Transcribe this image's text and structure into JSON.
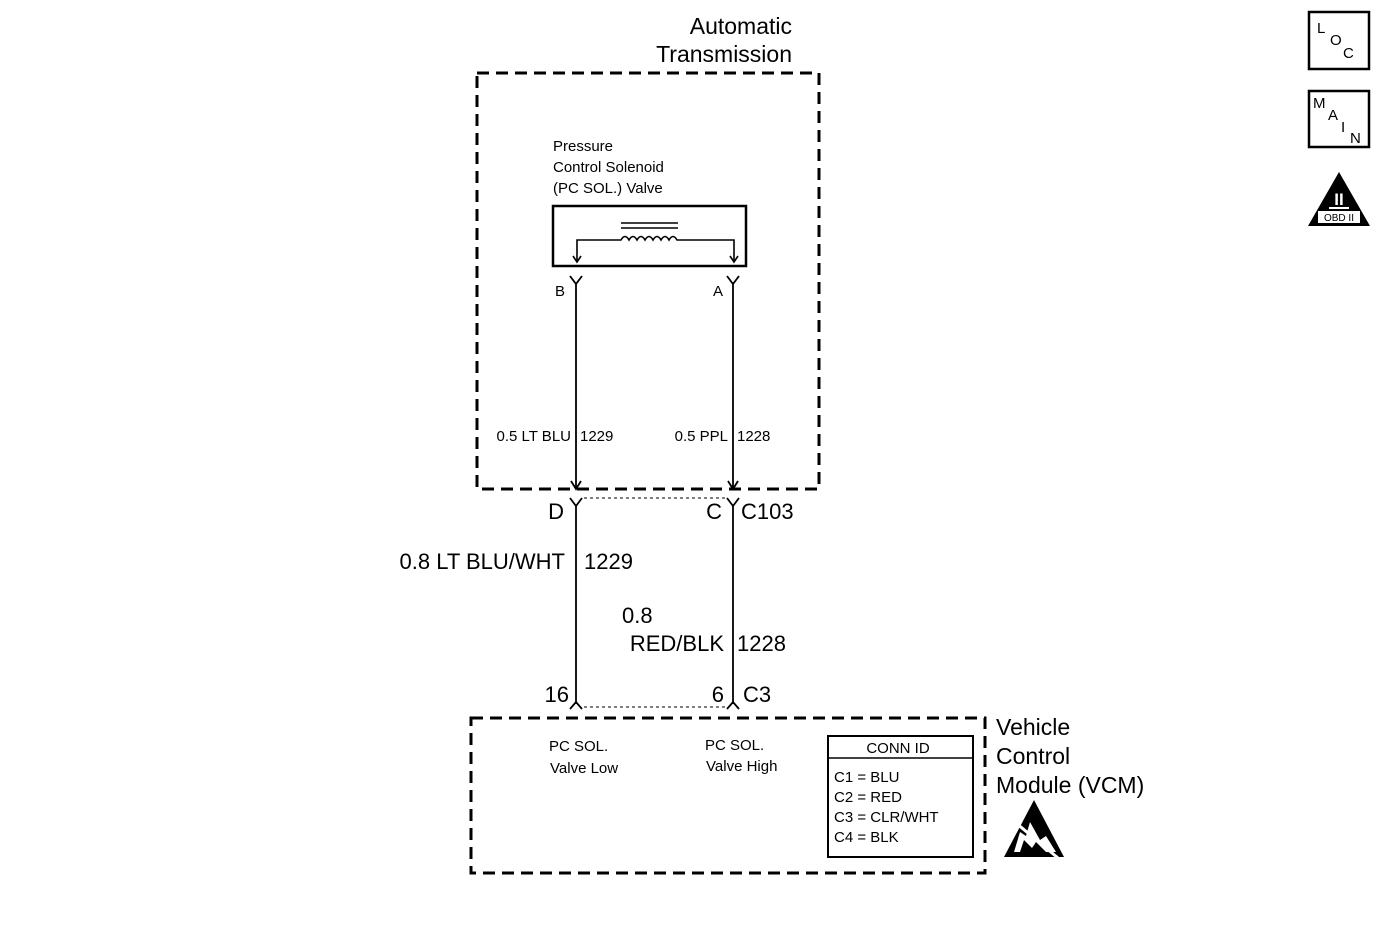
{
  "transmission": {
    "title_line1": "Automatic",
    "title_line2": "Transmission"
  },
  "solenoid": {
    "line1": "Pressure",
    "line2": "Control Solenoid",
    "line3": "(PC SOL.) Valve",
    "pin_b": "B",
    "pin_a": "A"
  },
  "wires_upper": {
    "left": {
      "label": "0.5 LT BLU",
      "circuit": "1229"
    },
    "right": {
      "label": "0.5 PPL",
      "circuit": "1228"
    }
  },
  "connector_c103": {
    "pin_left": "D",
    "pin_right": "C",
    "name": "C103"
  },
  "wires_lower": {
    "left": {
      "label": "0.8 LT BLU/WHT",
      "circuit": "1229"
    },
    "right": {
      "label_line1": "0.8",
      "label_line2": "RED/BLK",
      "circuit": "1228"
    }
  },
  "connector_c3": {
    "pin_left": "16",
    "pin_right": "6",
    "name": "C3"
  },
  "vcm": {
    "title_line1": "Vehicle",
    "title_line2": "Control",
    "title_line3": "Module (VCM)",
    "input_low_line1": "PC SOL.",
    "input_low_line2": "Valve Low",
    "input_high_line1": "PC SOL.",
    "input_high_line2": "Valve High"
  },
  "conn_id_table": {
    "header": "CONN ID",
    "rows": [
      "C1 = BLU",
      "C2 = RED",
      "C3 = CLR/WHT",
      "C4 = BLK"
    ]
  },
  "side_icons": {
    "loc": {
      "l": "L",
      "o": "O",
      "c": "C"
    },
    "main": {
      "m": "M",
      "a": "A",
      "i": "I",
      "n": "N"
    },
    "obd": {
      "numeral": "II",
      "label": "OBD II"
    }
  },
  "icons": [
    "loc-icon",
    "main-icon",
    "obd-ii-icon",
    "esd-sensitive-icon",
    "solenoid-coil-icon"
  ]
}
